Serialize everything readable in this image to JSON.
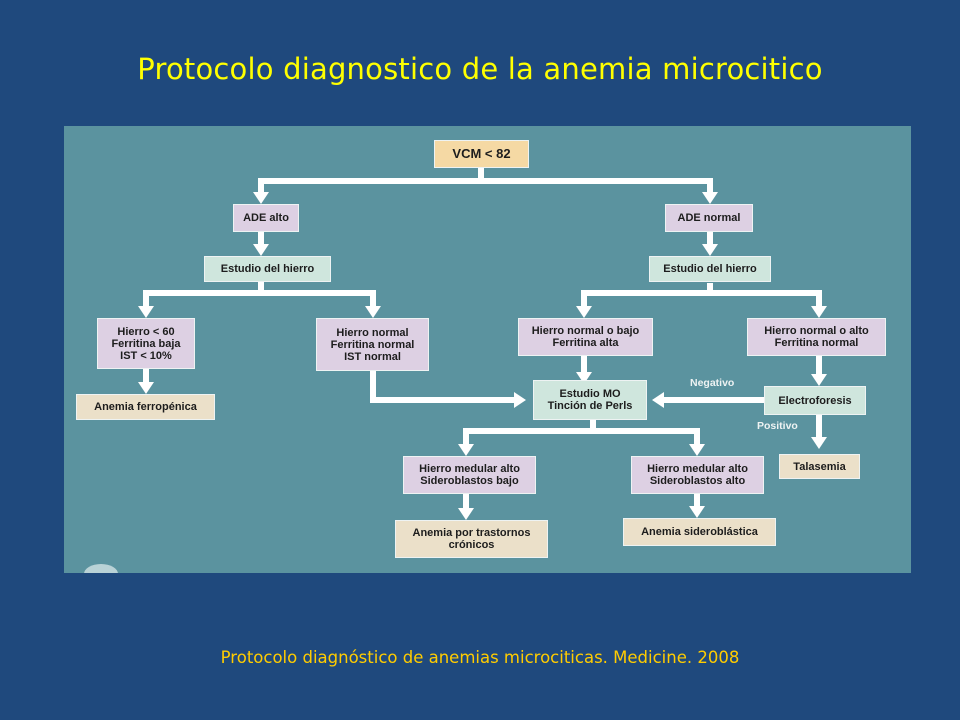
{
  "title": "Protocolo diagnostico de la anemia microcitico",
  "caption": "Protocolo diagnóstico de anemias microciticas. Medicine. 2008",
  "colors": {
    "background": "#1f497d",
    "title": "#ffff00",
    "caption": "#ffcc00",
    "panel": "#5b939f"
  },
  "flowchart": {
    "root": "VCM < 82",
    "ade_alto": "ADE alto",
    "ade_normal": "ADE normal",
    "estudio_hierro_left": "Estudio del hierro",
    "estudio_hierro_right": "Estudio del hierro",
    "hierro_bajo": "Hierro < 60\nFerritina baja\nIST < 10%",
    "hierro_normal_left": "Hierro normal\nFerritina normal\nIST normal",
    "hierro_normal_bajo": "Hierro normal o bajo\nFerritina alta",
    "hierro_normal_alto": "Hierro normal o alto\nFerritina normal",
    "anemia_ferropenica": "Anemia ferropénica",
    "estudio_mo": "Estudio MO\nTinción de Perls",
    "electroforesis": "Electroforesis",
    "negativo": "Negativo",
    "positivo": "Positivo",
    "talasemia": "Talasemia",
    "medular_bajo": "Hierro medular alto\nSideroblastos bajo",
    "medular_alto": "Hierro medular alto\nSideroblastos alto",
    "anemia_cronicos": "Anemia por trastornos\ncrónicos",
    "anemia_sideroblastica": "Anemia sideroblástica"
  }
}
